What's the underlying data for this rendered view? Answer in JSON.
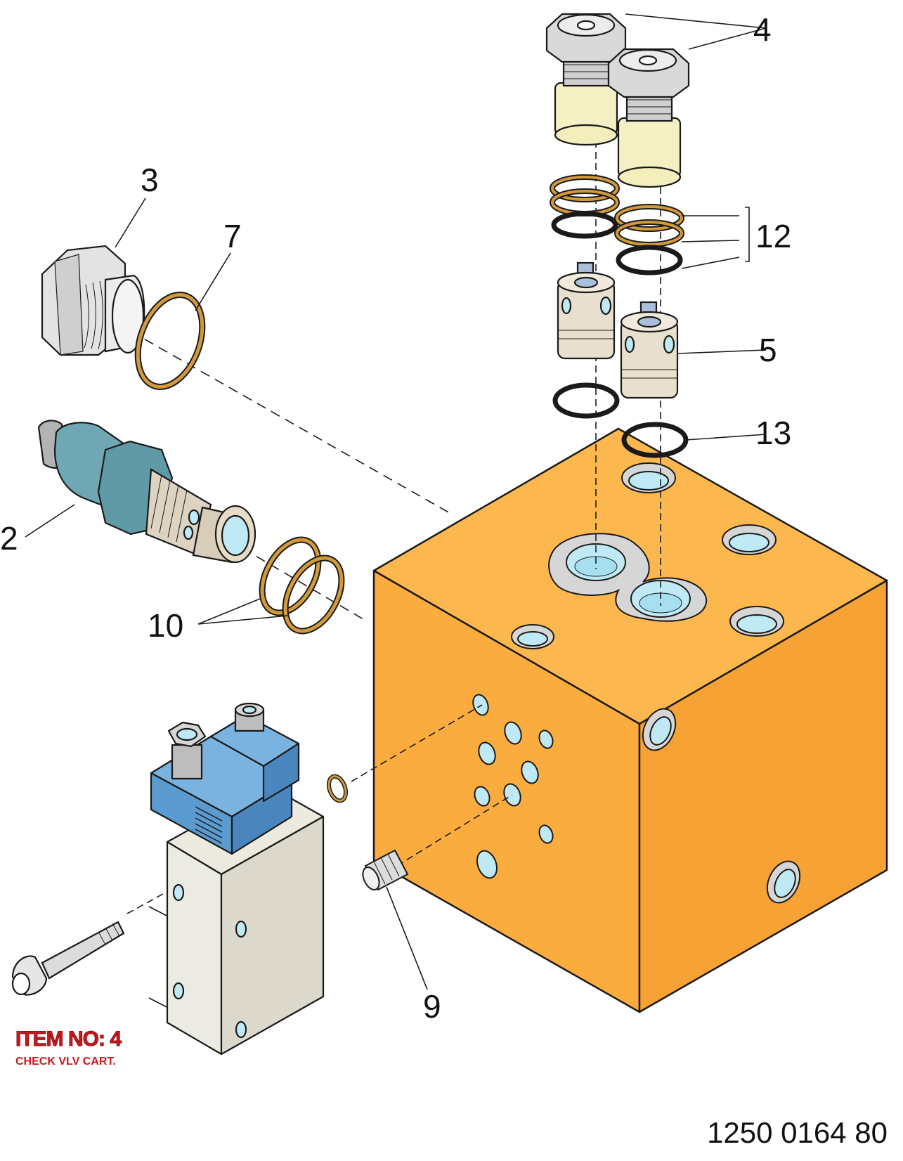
{
  "callouts": {
    "c2": "2",
    "c3": "3",
    "c4": "4",
    "c5": "5",
    "c7": "7",
    "c9": "9",
    "c10": "10",
    "c12": "12",
    "c13": "13"
  },
  "item_label": {
    "title": "ITEM NO: 4",
    "subtitle": "CHECK VLV CART."
  },
  "drawing_number": "1250 0164 80",
  "colors": {
    "manifold": "#fbac3f",
    "solenoid": "#5b9bd0",
    "cartridge_body": "#f3eebb",
    "seal_ring": "#d39a3c",
    "port_fill": "#bfeaf5"
  }
}
